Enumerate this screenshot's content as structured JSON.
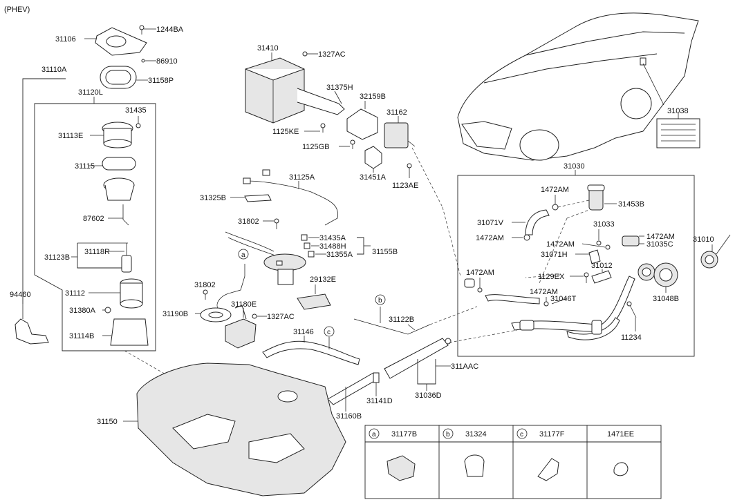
{
  "variant_label": "(PHEV)",
  "callouts": [
    {
      "id": "c1244BA",
      "text": "1244BA"
    },
    {
      "id": "c31106",
      "text": "31106"
    },
    {
      "id": "c86910",
      "text": "86910"
    },
    {
      "id": "c31158P",
      "text": "31158P"
    },
    {
      "id": "c31110A",
      "text": "31110A"
    },
    {
      "id": "c31120L",
      "text": "31120L"
    },
    {
      "id": "c31435",
      "text": "31435"
    },
    {
      "id": "c31113E",
      "text": "31113E"
    },
    {
      "id": "c31115",
      "text": "31115"
    },
    {
      "id": "c87602",
      "text": "87602"
    },
    {
      "id": "c31123B",
      "text": "31123B"
    },
    {
      "id": "c31118R",
      "text": "31118R"
    },
    {
      "id": "c31112",
      "text": "31112"
    },
    {
      "id": "c31380A",
      "text": "31380A"
    },
    {
      "id": "c31114B",
      "text": "31114B"
    },
    {
      "id": "c94460",
      "text": "94460"
    },
    {
      "id": "c31410",
      "text": "31410"
    },
    {
      "id": "c1327AC_top",
      "text": "1327AC"
    },
    {
      "id": "c31375H",
      "text": "31375H"
    },
    {
      "id": "c32159B",
      "text": "32159B"
    },
    {
      "id": "c31162",
      "text": "31162"
    },
    {
      "id": "c1125KE",
      "text": "1125KE"
    },
    {
      "id": "c1125GB",
      "text": "1125GB"
    },
    {
      "id": "c31451A",
      "text": "31451A"
    },
    {
      "id": "c1123AE",
      "text": "1123AE"
    },
    {
      "id": "c31125A",
      "text": "31125A"
    },
    {
      "id": "c31325B",
      "text": "31325B"
    },
    {
      "id": "c31802_top",
      "text": "31802"
    },
    {
      "id": "c31435A",
      "text": "31435A"
    },
    {
      "id": "c31488H",
      "text": "31488H"
    },
    {
      "id": "c31155B",
      "text": "31155B"
    },
    {
      "id": "c31355A",
      "text": "31355A"
    },
    {
      "id": "c31802_left",
      "text": "31802"
    },
    {
      "id": "c29132E",
      "text": "29132E"
    },
    {
      "id": "c31190B",
      "text": "31190B"
    },
    {
      "id": "c31180E",
      "text": "31180E"
    },
    {
      "id": "c1327AC_mid",
      "text": "1327AC"
    },
    {
      "id": "c31146",
      "text": "31146"
    },
    {
      "id": "c31122B",
      "text": "31122B"
    },
    {
      "id": "c311AAC",
      "text": "311AAC"
    },
    {
      "id": "c31036D",
      "text": "31036D"
    },
    {
      "id": "c31141D",
      "text": "31141D"
    },
    {
      "id": "c31160B",
      "text": "31160B"
    },
    {
      "id": "c31150",
      "text": "31150"
    },
    {
      "id": "c31038",
      "text": "31038"
    },
    {
      "id": "c31030",
      "text": "31030"
    },
    {
      "id": "c1472AM_a",
      "text": "1472AM"
    },
    {
      "id": "c31453B",
      "text": "31453B"
    },
    {
      "id": "c31071V",
      "text": "31071V"
    },
    {
      "id": "c1472AM_b",
      "text": "1472AM"
    },
    {
      "id": "c31033",
      "text": "31033"
    },
    {
      "id": "c1472AM_c",
      "text": "1472AM"
    },
    {
      "id": "c1472AM_d",
      "text": "1472AM"
    },
    {
      "id": "c31035C",
      "text": "31035C"
    },
    {
      "id": "c31071H",
      "text": "31071H"
    },
    {
      "id": "c31012",
      "text": "31012"
    },
    {
      "id": "c1472AM_e",
      "text": "1472AM"
    },
    {
      "id": "c1129EX",
      "text": "1129EX"
    },
    {
      "id": "c1472AM_f",
      "text": "1472AM"
    },
    {
      "id": "c31046T",
      "text": "31046T"
    },
    {
      "id": "c31048B",
      "text": "31048B"
    },
    {
      "id": "c31234",
      "text": "11234"
    },
    {
      "id": "c31010",
      "text": "31010"
    }
  ],
  "markers": [
    {
      "id": "m_a",
      "text": "a"
    },
    {
      "id": "m_b",
      "text": "b"
    },
    {
      "id": "m_c",
      "text": "c"
    }
  ],
  "legend_table": {
    "cells": [
      {
        "marker": "a",
        "part": "31177B"
      },
      {
        "marker": "b",
        "part": "31324"
      },
      {
        "marker": "c",
        "part": "31177F"
      },
      {
        "marker": "",
        "part": "1471EE"
      }
    ]
  }
}
